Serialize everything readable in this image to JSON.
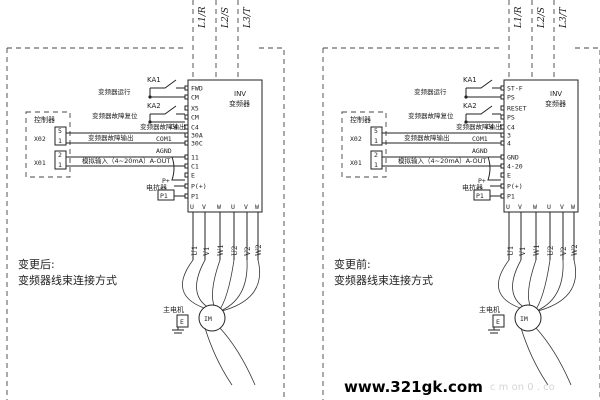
{
  "panels": [
    {
      "supply": [
        "L1/R",
        "L2/S",
        "L3/T"
      ],
      "inv": [
        "INV",
        "变频器"
      ],
      "left_terms": [
        "FWD",
        "CM",
        "X5",
        "CM",
        "C4",
        "30A",
        "30C",
        "11",
        "C1",
        "E",
        "P(+)",
        "P1"
      ],
      "bottom_terms": [
        "U",
        "V",
        "W",
        "U",
        "V",
        "W"
      ],
      "ka1": "KA1",
      "ka2": "KA2",
      "run": "变频器运行",
      "reset": "变频器故障复位",
      "controller": "控制器",
      "x02": "X02",
      "x01": "X01",
      "fault_out": "变频器故障输出",
      "com": "COM1",
      "agnd": "AGND",
      "analog": "模拟输入（4~20mA）A-OUT",
      "resistor": "电抗器",
      "p_plus": "P+",
      "p1": "P1",
      "cable_labels": [
        "U1",
        "V1",
        "W1",
        "U2",
        "V2",
        "W2"
      ],
      "motor": "主电机",
      "im": "IM",
      "ground": "E",
      "caption1": "变更后:",
      "caption2": "变频器线束连接方式"
    },
    {
      "supply": [
        "L1/R",
        "L2/S",
        "L3/T"
      ],
      "inv": [
        "INV",
        "变频器"
      ],
      "left_terms": [
        "ST-F",
        "PS",
        "RESET",
        "PS",
        "C4",
        "3",
        "4",
        "GND",
        "4-20",
        "E",
        "P(+)",
        "P1"
      ],
      "bottom_terms": [
        "U",
        "V",
        "W",
        "U",
        "V",
        "W"
      ],
      "ka1": "KA1",
      "ka2": "KA2",
      "run": "变频器运行",
      "reset": "变频器故障复位",
      "controller": "控制器",
      "x02": "X02",
      "x01": "X01",
      "fault_out": "变频器故障输出",
      "com": "COM1",
      "agnd": "AGND",
      "analog": "模拟输入（4~20mA）A-OUT",
      "resistor": "电抗器",
      "p_plus": "P+",
      "p1": "P1",
      "cable_labels": [
        "U1",
        "V1",
        "W1",
        "U2",
        "V2",
        "W2"
      ],
      "motor": "主电机",
      "im": "IM",
      "ground": "E",
      "caption1": "变更前:",
      "caption2": "变频器线束连接方式"
    }
  ],
  "port_pins": [
    "5",
    "1",
    "2",
    "1"
  ],
  "url": "www.321gk.com",
  "watermark": "c m on 0 . co"
}
